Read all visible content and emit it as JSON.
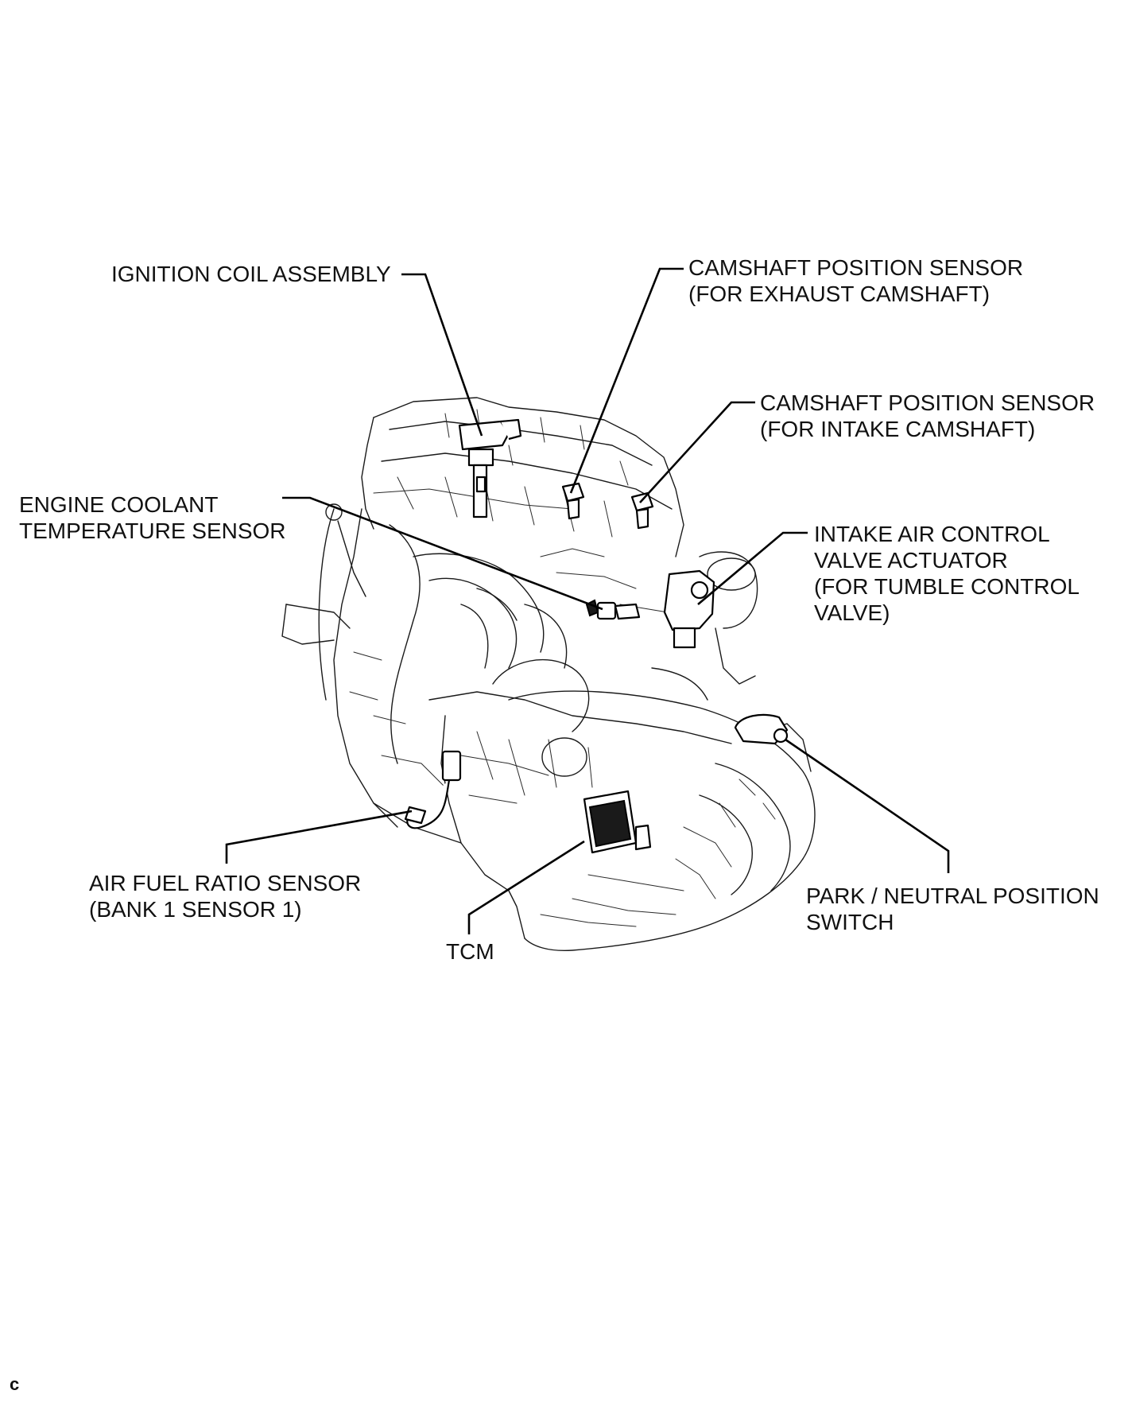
{
  "labels": {
    "ignition_coil": {
      "lines": [
        "IGNITION COIL ASSEMBLY"
      ]
    },
    "cam_exhaust": {
      "lines": [
        "CAMSHAFT POSITION SENSOR",
        "(FOR EXHAUST CAMSHAFT)"
      ]
    },
    "cam_intake": {
      "lines": [
        "CAMSHAFT POSITION SENSOR",
        "(FOR INTAKE CAMSHAFT)"
      ]
    },
    "coolant": {
      "lines": [
        "ENGINE COOLANT",
        "TEMPERATURE SENSOR"
      ]
    },
    "intake_air": {
      "lines": [
        "INTAKE AIR CONTROL",
        "VALVE ACTUATOR",
        "(FOR TUMBLE CONTROL",
        "VALVE)"
      ]
    },
    "af_sensor": {
      "lines": [
        "AIR FUEL RATIO SENSOR",
        "(BANK 1 SENSOR 1)"
      ]
    },
    "tcm": {
      "lines": [
        "TCM"
      ]
    },
    "pn_switch": {
      "lines": [
        "PARK / NEUTRAL POSITION",
        "SWITCH"
      ]
    }
  },
  "corner_mark": "c",
  "colors": {
    "ink": "#000000",
    "background": "#ffffff"
  }
}
